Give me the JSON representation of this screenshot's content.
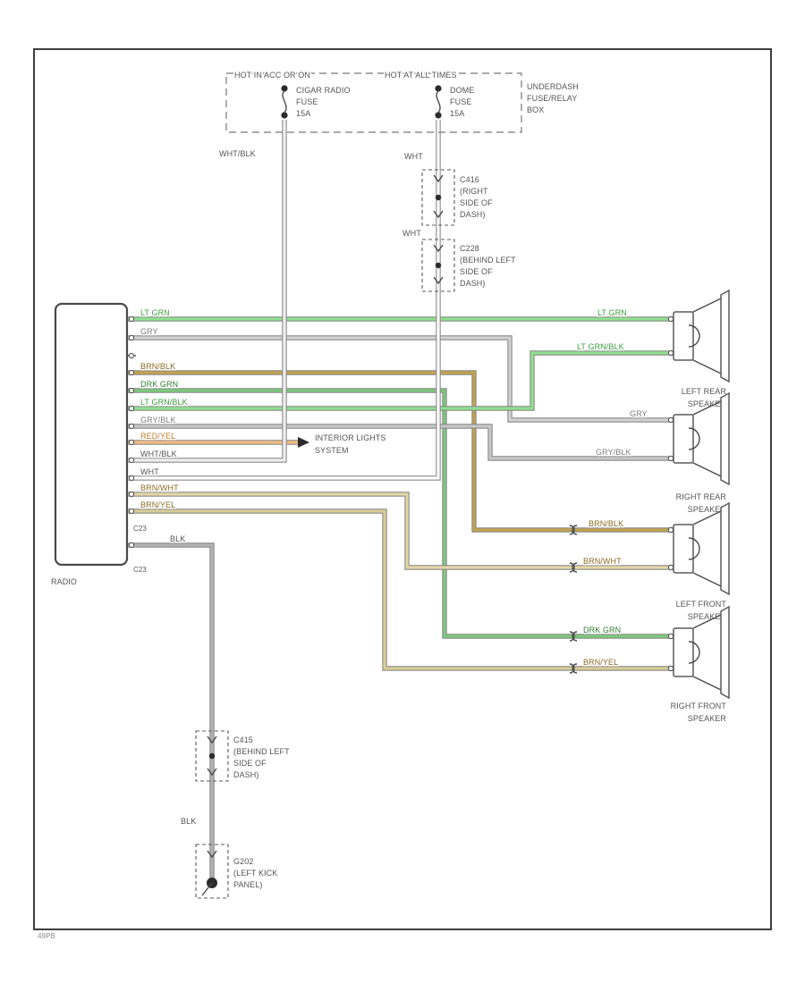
{
  "colors": {
    "lt_grn": "#8fe08f",
    "lt_grn_blk": "#8fe08f",
    "drk_grn": "#7cc97c",
    "gry": "#d2d2d2",
    "gry_blk": "#c6c6c6",
    "brn_blk": "#c2a24e",
    "brn_wht": "#e4d7a6",
    "brn_yel": "#d8cd96",
    "red_yel": "#f5bc80",
    "wht": "#ffffff",
    "wht_blk": "#f0f0f0",
    "blk": "#b2b2b2",
    "outline": "#8a8a8a"
  },
  "frame": {
    "footer_code": "49PB"
  },
  "fuse_box": {
    "header_left": "HOT IN ACC OR ON",
    "header_right": "HOT AT ALL TIMES",
    "unit_line1": "UNDERDASH",
    "unit_line2": "FUSE/RELAY",
    "unit_line3": "BOX",
    "fuse_left": {
      "line1": "CIGAR RADIO",
      "line2": "FUSE",
      "rating": "15A"
    },
    "fuse_right": {
      "line1": "DOME",
      "line2": "FUSE",
      "rating": "15A"
    }
  },
  "radio": {
    "label": "RADIO",
    "connector_top": "C23",
    "connector_bottom": "C23"
  },
  "interior_lights": {
    "line1": "INTERIOR LIGHTS",
    "line2": "SYSTEM"
  },
  "connectors": {
    "c416": {
      "id": "C416",
      "loc1": "(RIGHT",
      "loc2": "SIDE OF",
      "loc3": "DASH)"
    },
    "c228": {
      "id": "C228",
      "loc1": "(BEHIND LEFT",
      "loc2": "SIDE OF",
      "loc3": "DASH)"
    },
    "c415": {
      "id": "C415",
      "loc1": "(BEHIND LEFT",
      "loc2": "SIDE OF",
      "loc3": "DASH)"
    },
    "g202": {
      "id": "G202",
      "loc1": "(LEFT KICK",
      "loc2": "PANEL)"
    }
  },
  "wire_labels": {
    "w1_radio": "LT GRN",
    "w1_spk": "LT GRN",
    "w2_radio": "GRY",
    "w2_spk": "GRY",
    "w4_radio": "BRN/BLK",
    "w4_spk": "BRN/BLK",
    "w5_radio": "DRK GRN",
    "w5_spk": "DRK GRN",
    "w6_radio": "LT GRN/BLK",
    "w6_spk": "LT GRN/BLK",
    "w7_radio": "GRY/BLK",
    "w7_spk": "GRY/BLK",
    "w8_radio": "RED/YEL",
    "w9_radio": "WHT/BLK",
    "w9_top": "WHT/BLK",
    "w10_radio": "WHT",
    "w10_top": "WHT",
    "w10_mid": "WHT",
    "w11_radio": "BRN/WHT",
    "w11_spk": "BRN/WHT",
    "w12_radio": "BRN/YEL",
    "w12_spk": "BRN/YEL",
    "blk_radio": "BLK",
    "blk_mid": "BLK"
  },
  "speakers": [
    {
      "line1": "LEFT REAR",
      "line2": "SPEAKER"
    },
    {
      "line1": "RIGHT REAR",
      "line2": "SPEAKER"
    },
    {
      "line1": "LEFT FRONT",
      "line2": "SPEAKER"
    },
    {
      "line1": "RIGHT FRONT",
      "line2": "SPEAKER"
    }
  ]
}
